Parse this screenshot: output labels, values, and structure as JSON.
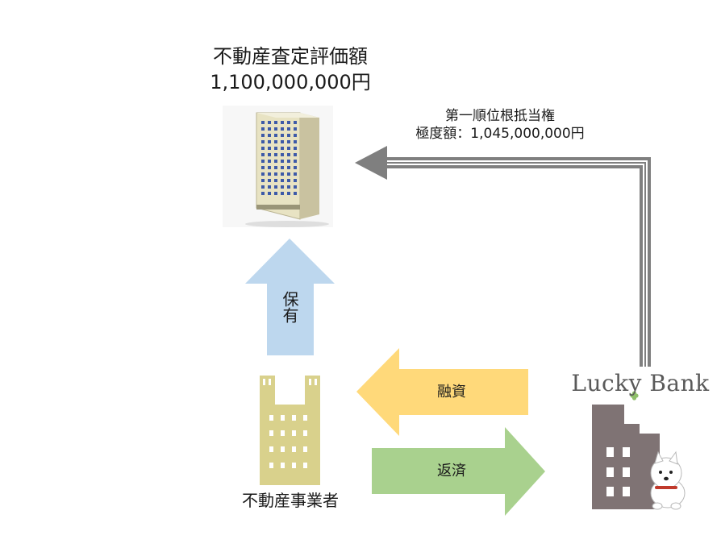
{
  "property": {
    "valuation_title": "不動産査定評価額",
    "valuation_amount": "1,100,000,000円"
  },
  "lien": {
    "label": "第一順位根抵当権",
    "amount": "極度額：1,045,000,000円"
  },
  "flows": {
    "own": "保有",
    "loan": "融資",
    "repay": "返済"
  },
  "developer": {
    "label": "不動産事業者"
  },
  "bank": {
    "name": "Lucky Bank"
  },
  "colors": {
    "own_arrow": "#bdd7ee",
    "loan_arrow": "#ffd97a",
    "repay_arrow": "#a9d18e",
    "lien_arrow": "#7f7f7f",
    "developer_building": "#d9d18c",
    "bank_building": "#7f7374"
  },
  "icons": {
    "property": "office-tower-icon",
    "developer": "developer-building-icon",
    "bank": "bank-building-icon",
    "mascot": "westie-dog-icon",
    "clover": "clover-icon"
  }
}
